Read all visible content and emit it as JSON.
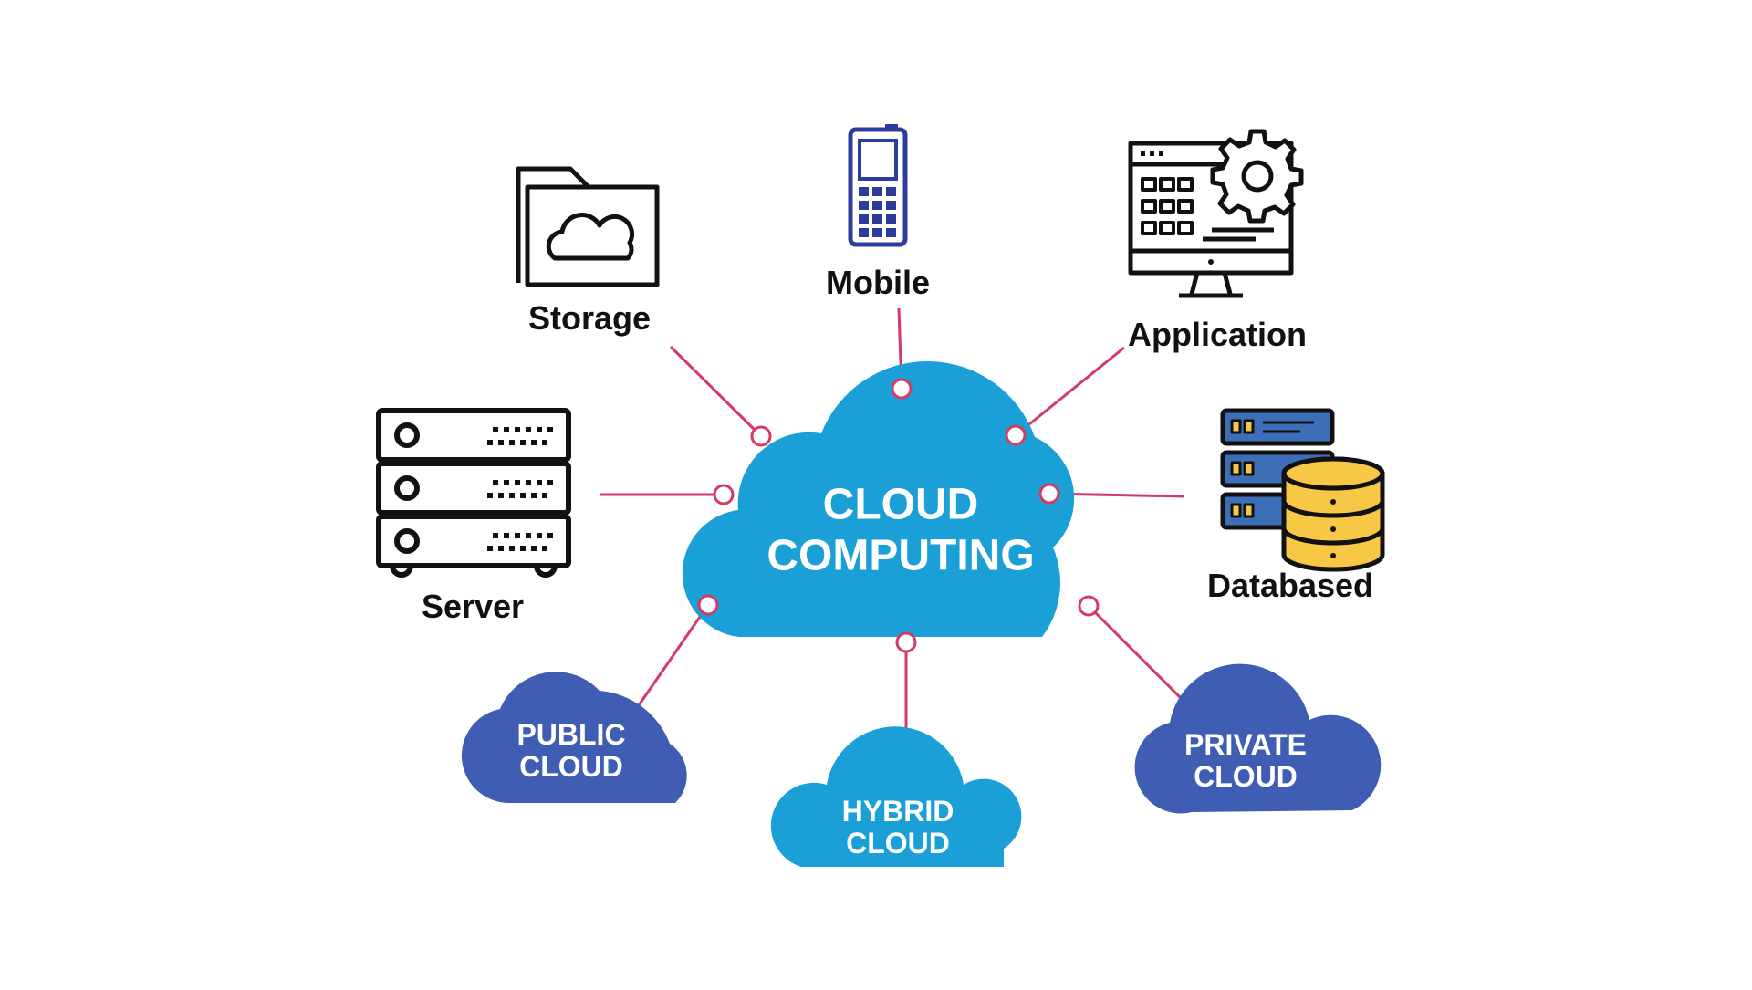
{
  "central": {
    "line1": "CLOUD",
    "line2": "COMPUTING"
  },
  "nodes": {
    "storage": "Storage",
    "mobile": "Mobile",
    "application": "Application",
    "server": "Server",
    "database": "Databased"
  },
  "clouds": {
    "public": {
      "line1": "PUBLIC",
      "line2": "CLOUD"
    },
    "hybrid": {
      "line1": "HYBRID",
      "line2": "CLOUD"
    },
    "private": {
      "line1": "PRIVATE",
      "line2": "CLOUD"
    }
  },
  "colors": {
    "main_cloud": "#1a9fd6",
    "side_cloud": "#3f5db3",
    "hybrid_cloud": "#1a9fd6",
    "connector": "#d33a64",
    "mobile_icon": "#2c3c9c",
    "db_blue": "#3d6fb8",
    "db_gold": "#f7c846",
    "icon_stroke": "#111111"
  },
  "icons": {
    "storage": "folder-cloud-icon",
    "mobile": "mobile-phone-icon",
    "application": "monitor-gear-icon",
    "server": "server-rack-icon",
    "database": "database-icon"
  }
}
